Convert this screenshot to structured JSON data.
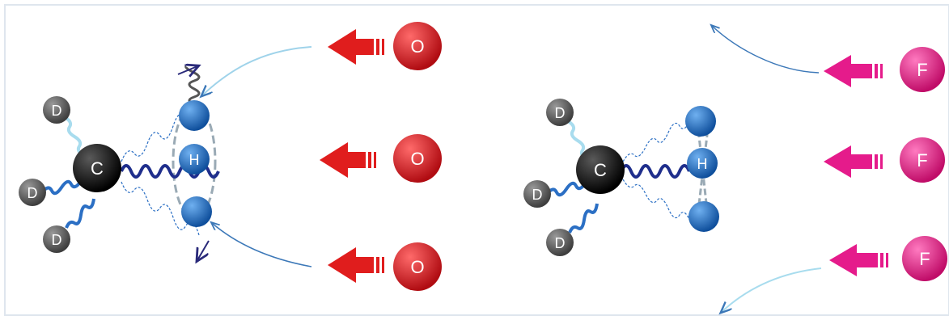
{
  "atoms": {
    "carbon": "C",
    "hydrogen": "H",
    "deuterium": "D",
    "oxygen": "O",
    "fluorine": "F"
  },
  "colors": {
    "carbon": "#000000",
    "hydrogen": "#1f6fc4",
    "deuterium": "#5a5a5a",
    "oxygen": "#d8141c",
    "fluorine": "#e0147a",
    "oxygen_arrow": "#e01d1d",
    "fluorine_arrow": "#e51b8b",
    "strong_spring": "#1f2e8c",
    "weak_spring": "#2b6fc4",
    "approach_arrow": "#3c78b8"
  }
}
